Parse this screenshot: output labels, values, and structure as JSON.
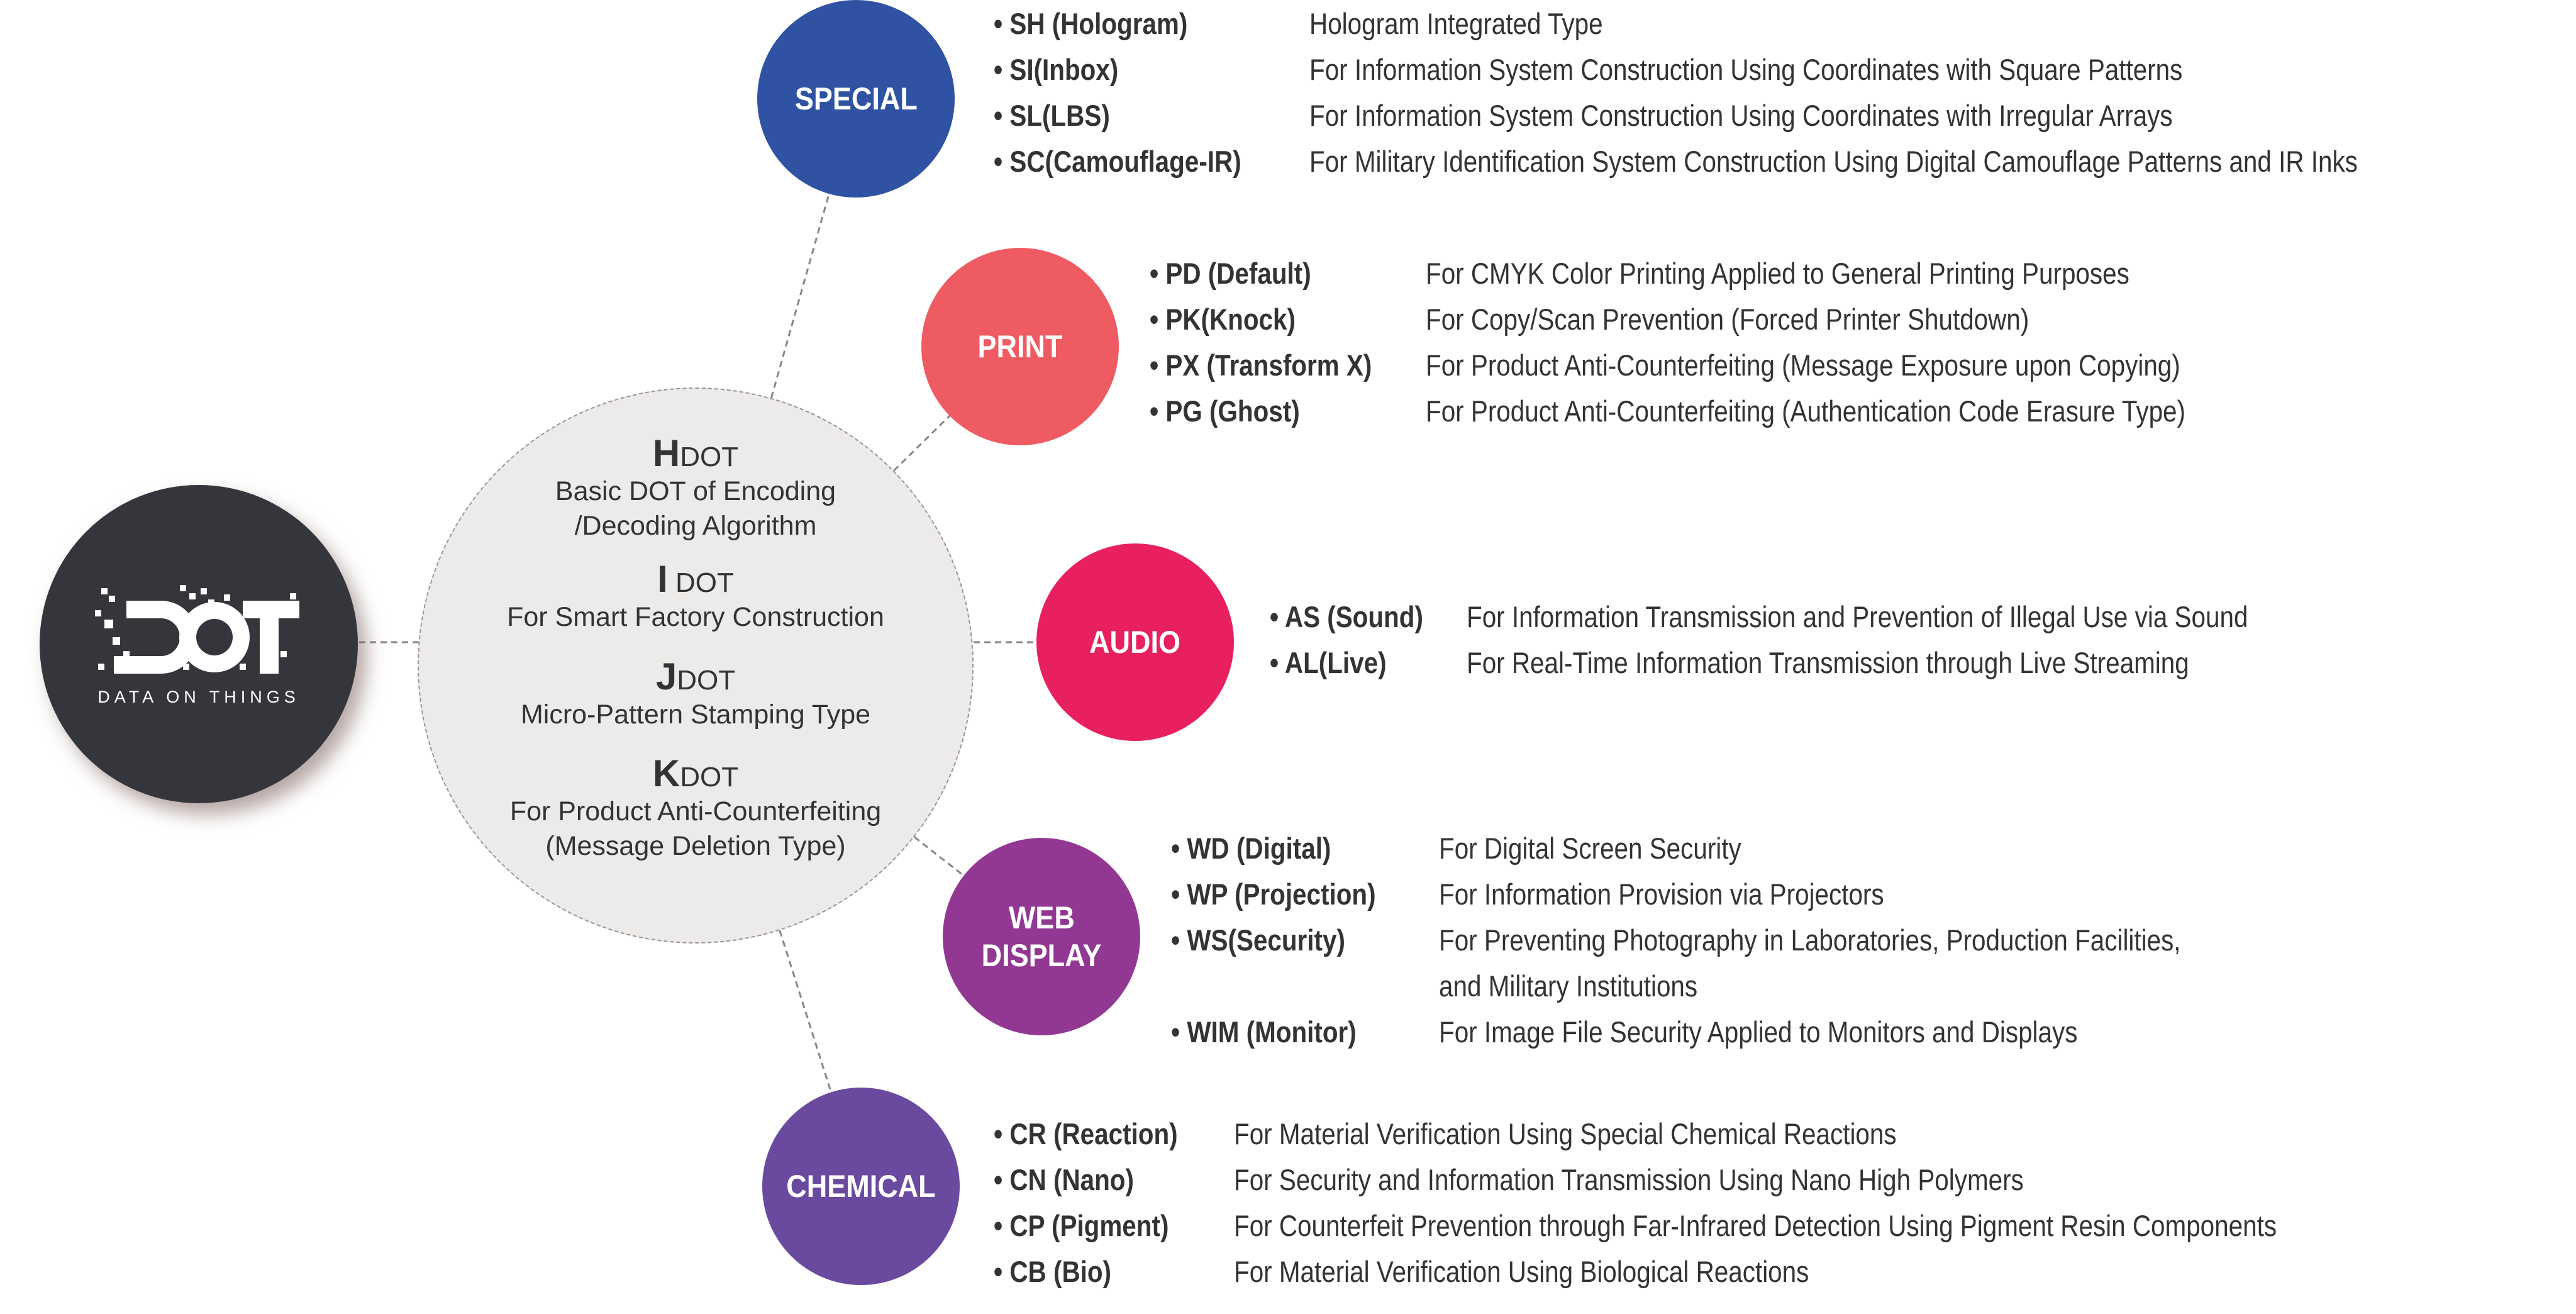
{
  "logo": {
    "wordmark": "DOT",
    "tagline": "DATA ON THINGS"
  },
  "hub": {
    "items": [
      {
        "letter": "H",
        "suffix": "DOT",
        "desc": [
          "Basic DOT of Encoding",
          "/Decoding Algorithm"
        ]
      },
      {
        "letter": "I",
        "suffix": " DOT",
        "desc": [
          "For Smart Factory Construction"
        ]
      },
      {
        "letter": "J",
        "suffix": "DOT",
        "desc": [
          "Micro-Pattern Stamping Type"
        ]
      },
      {
        "letter": "K",
        "suffix": "DOT",
        "desc": [
          "For Product Anti-Counterfeiting",
          "(Message Deletion Type)"
        ]
      }
    ]
  },
  "categories": [
    {
      "id": "special",
      "name": [
        "SPECIAL"
      ],
      "color": "#2f53a2",
      "items": [
        {
          "label": "• SH (Hologram)",
          "desc": "Hologram Integrated Type"
        },
        {
          "label": "• SI(Inbox)",
          "desc": "For Information System Construction Using Coordinates with Square Patterns"
        },
        {
          "label": "• SL(LBS)",
          "desc": "For Information System Construction Using Coordinates with Irregular Arrays"
        },
        {
          "label": "• SC(Camouflage-IR)",
          "desc": "For Military Identification System Construction Using Digital Camouflage Patterns and IR Inks"
        }
      ]
    },
    {
      "id": "print",
      "name": [
        "PRINT"
      ],
      "color": "#ef5b62",
      "items": [
        {
          "label": "• PD (Default)",
          "desc": "For CMYK Color Printing Applied to General Printing Purposes"
        },
        {
          "label": "• PK(Knock)",
          "desc": "For Copy/Scan Prevention (Forced Printer Shutdown)"
        },
        {
          "label": "• PX (Transform X)",
          "desc": "For Product Anti-Counterfeiting (Message Exposure upon Copying)"
        },
        {
          "label": "• PG (Ghost)",
          "desc": "For Product Anti-Counterfeiting (Authentication Code Erasure Type)"
        }
      ]
    },
    {
      "id": "audio",
      "name": [
        "AUDIO"
      ],
      "color": "#e8205f",
      "items": [
        {
          "label": "• AS (Sound)",
          "desc": "For Information Transmission and Prevention of Illegal Use via Sound"
        },
        {
          "label": "• AL(Live)",
          "desc": "For Real-Time Information Transmission through Live Streaming"
        }
      ]
    },
    {
      "id": "web-display",
      "name": [
        "WEB",
        "DISPLAY"
      ],
      "color": "#923893",
      "items": [
        {
          "label": "• WD (Digital)",
          "desc": "For Digital Screen Security"
        },
        {
          "label": "• WP (Projection)",
          "desc": "For Information Provision via Projectors"
        },
        {
          "label": "• WS(Security)",
          "desc": "For Preventing Photography in Laboratories, Production Facilities,"
        },
        {
          "label": "",
          "desc": "and Military Institutions"
        },
        {
          "label": "• WIM (Monitor)",
          "desc": "For Image File Security Applied to Monitors and Displays"
        }
      ]
    },
    {
      "id": "chemical",
      "name": [
        "CHEMICAL"
      ],
      "color": "#6a4a9e",
      "items": [
        {
          "label": "• CR (Reaction)",
          "desc": "For Material Verification Using Special Chemical Reactions"
        },
        {
          "label": "• CN (Nano)",
          "desc": "For Security and Information Transmission Using Nano High Polymers"
        },
        {
          "label": "• CP (Pigment)",
          "desc": "For Counterfeit Prevention through Far-Infrared Detection Using Pigment Resin Components"
        },
        {
          "label": "• CB (Bio)",
          "desc": "For Material Verification Using Biological Reactions"
        }
      ]
    }
  ]
}
